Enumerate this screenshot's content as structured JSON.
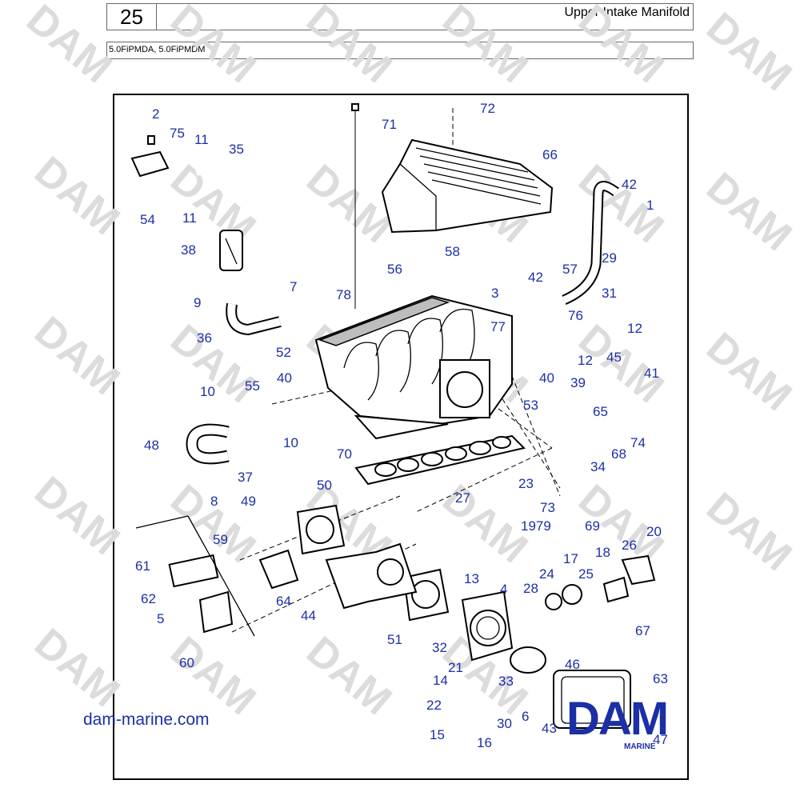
{
  "header": {
    "page_number": "25",
    "title": "Upper Intake Manifold",
    "models": "5.0FiPMDA, 5.0FiPMDM"
  },
  "watermark": "DAM",
  "website": "dam-marine.com",
  "logo": {
    "name": "DAM",
    "subtitle": "MARINE"
  },
  "colors": {
    "callout": "#1c2fa6",
    "watermark": "#dcdcdc"
  },
  "callouts": [
    "2",
    "75",
    "11",
    "35",
    "54",
    "11",
    "38",
    "9",
    "36",
    "7",
    "78",
    "52",
    "56",
    "58",
    "71",
    "72",
    "66",
    "42",
    "1",
    "29",
    "31",
    "42",
    "57",
    "3",
    "77",
    "76",
    "12",
    "12",
    "45",
    "41",
    "39",
    "40",
    "40",
    "10",
    "55",
    "48",
    "10",
    "53",
    "70",
    "65",
    "74",
    "68",
    "34",
    "37",
    "23",
    "50",
    "73",
    "69",
    "27",
    "8",
    "49",
    "59",
    "1979",
    "20",
    "26",
    "18",
    "17",
    "61",
    "62",
    "64",
    "44",
    "24",
    "25",
    "28",
    "13",
    "4",
    "5",
    "60",
    "51",
    "32",
    "21",
    "14",
    "33",
    "46",
    "63",
    "22",
    "15",
    "16",
    "30",
    "6",
    "43",
    "47",
    "67"
  ]
}
